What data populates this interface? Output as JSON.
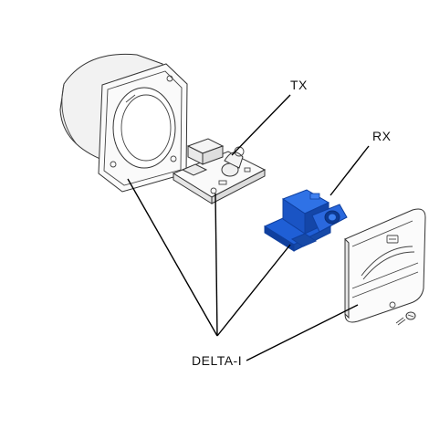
{
  "labels": {
    "tx": "TX",
    "rx": "RX",
    "delta": "DELTA-I"
  },
  "colors": {
    "rx_module": "#1f5fd6",
    "rx_module_dark": "#0f3f9e",
    "outline": "#333333"
  }
}
